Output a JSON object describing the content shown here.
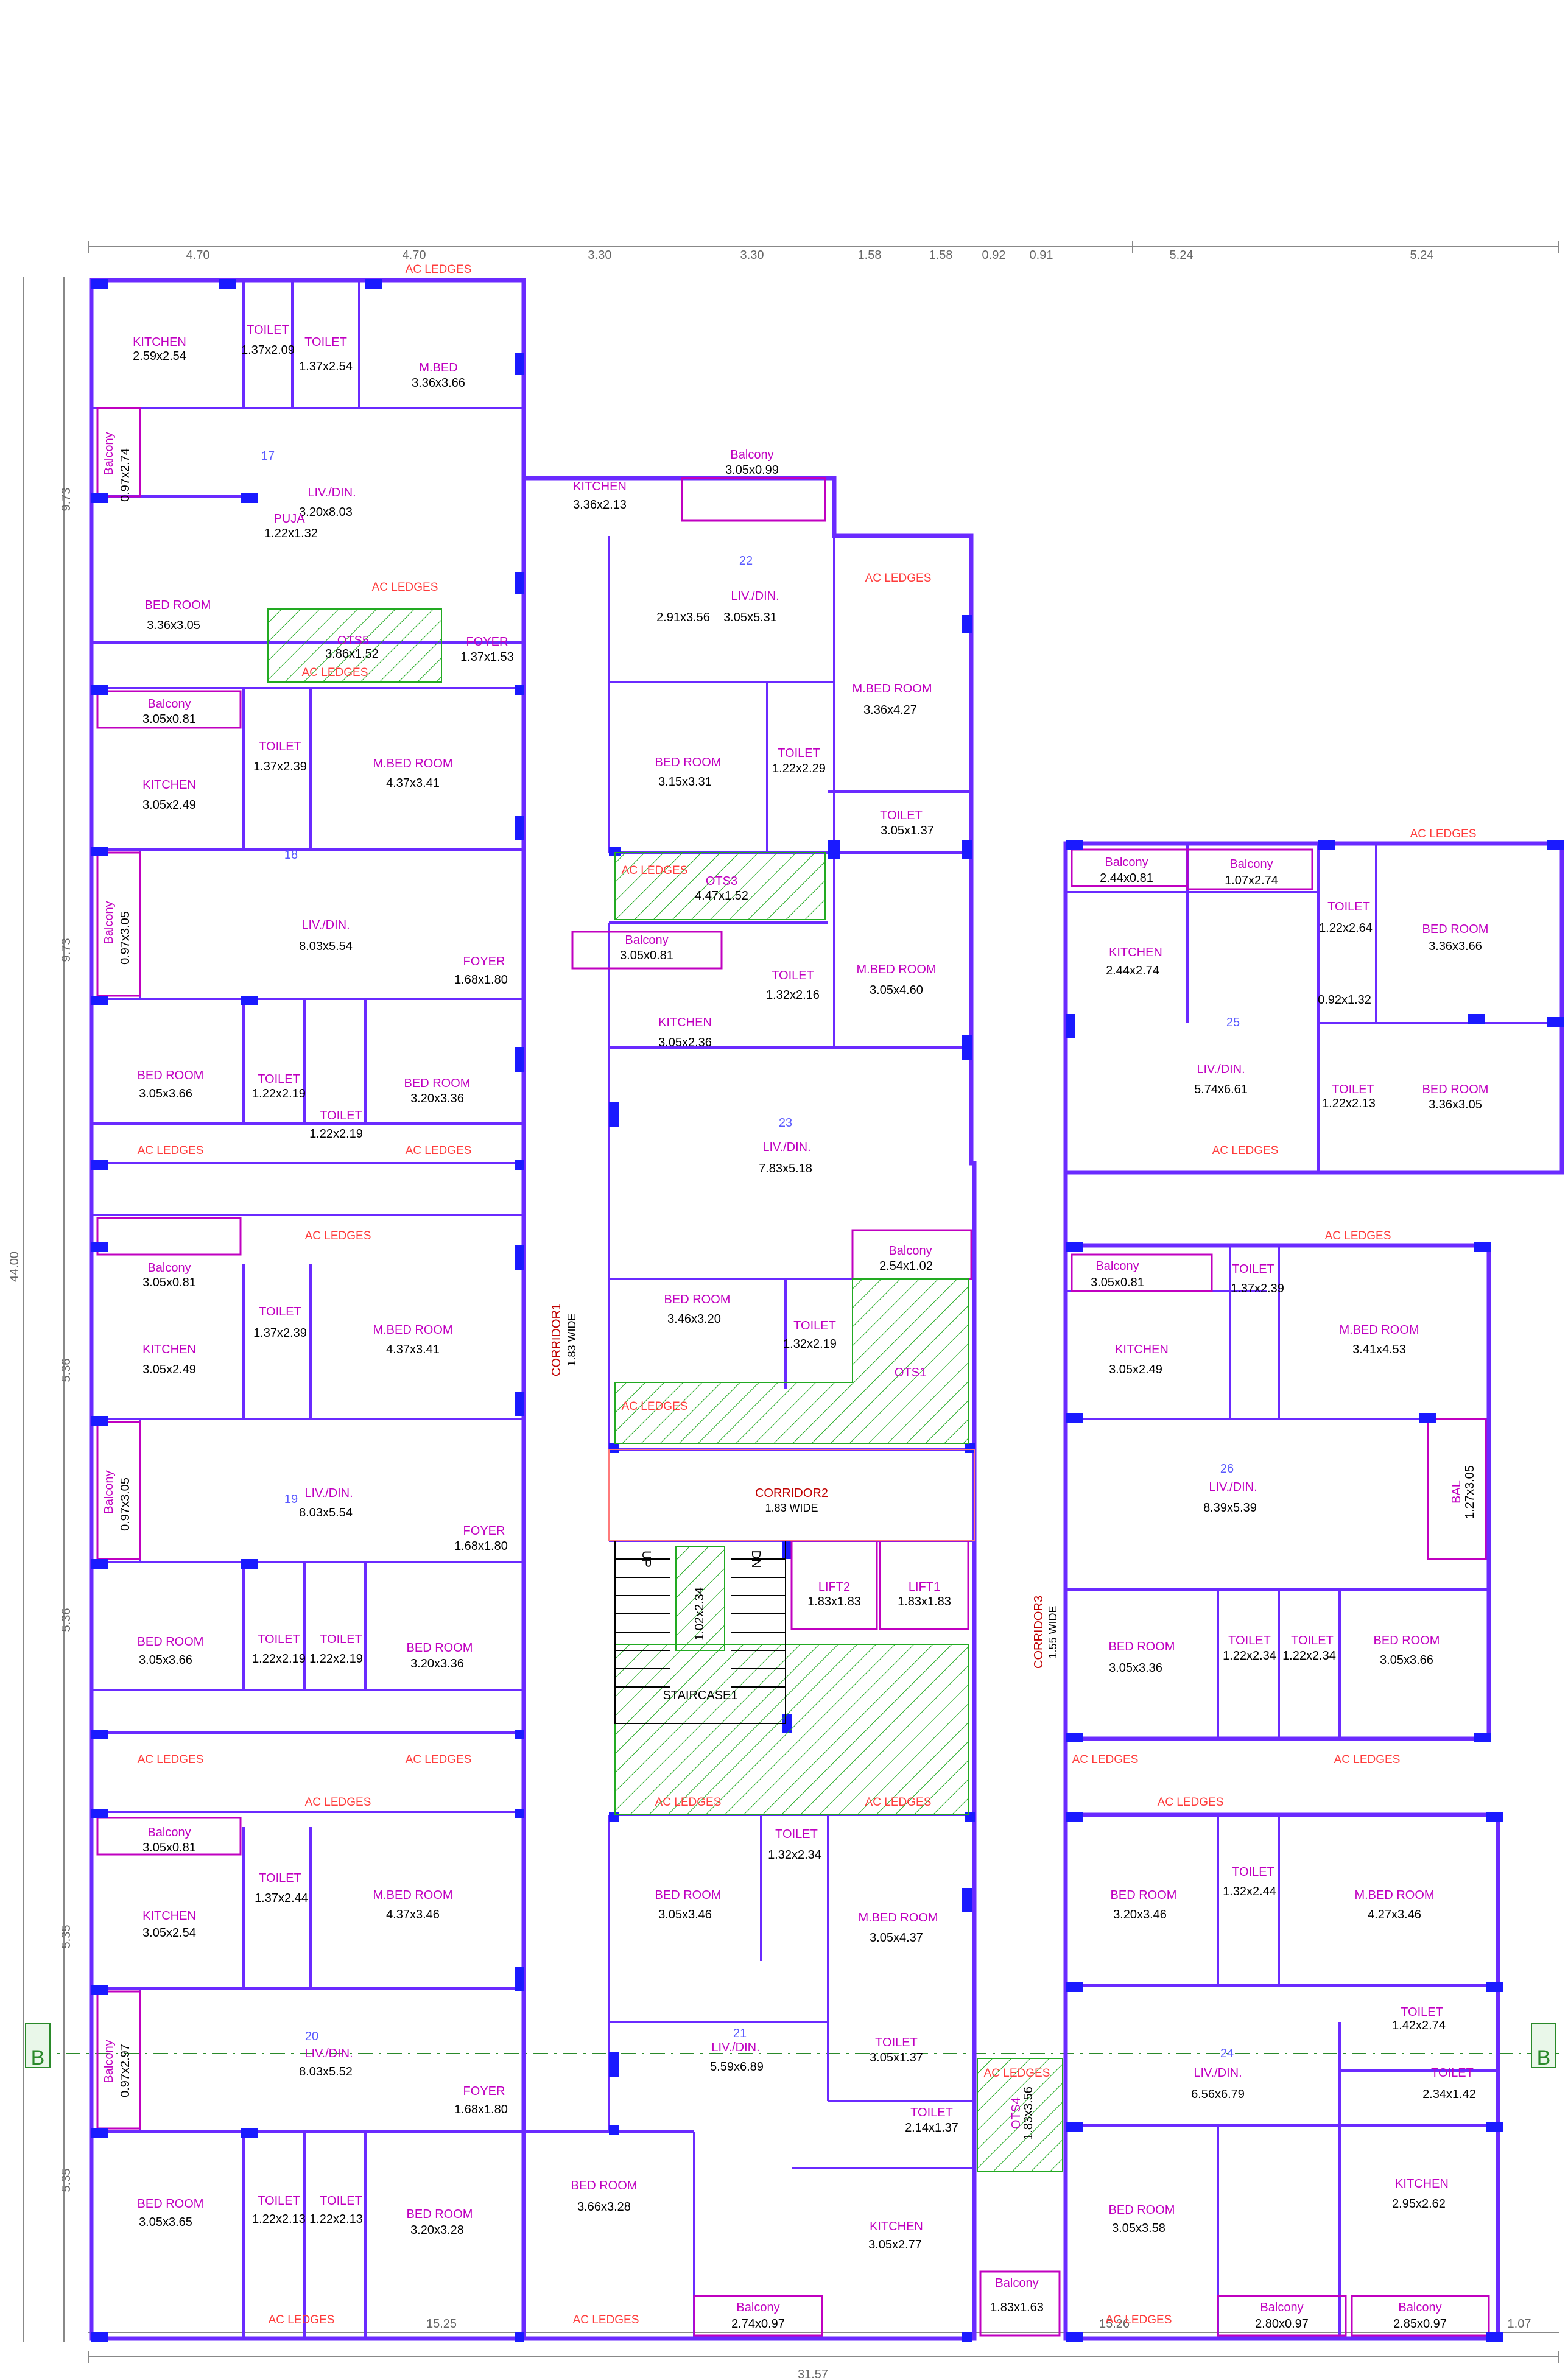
{
  "top_dims": [
    "4.70",
    "4.70",
    "3.30",
    "3.30",
    "1.58",
    "1.58",
    "0.92",
    "0.91",
    "5.24",
    "5.24"
  ],
  "bottom_dims": {
    "left": "15.25",
    "right": "15.26",
    "total": "31.57",
    "tail": "1.07"
  },
  "left_dims": {
    "total": "44.00",
    "segments": [
      "9.73",
      "9.73",
      "5.36",
      "5.36",
      "5.35",
      "5.35"
    ]
  },
  "grid_marker": "B",
  "ac_ledges": "AC LEDGES",
  "corridors": {
    "c1": {
      "name": "CORRIDOR1",
      "width": "1.83 WIDE"
    },
    "c2": {
      "name": "CORRIDOR2",
      "width": "1.83 WIDE"
    },
    "c3": {
      "name": "CORRIDOR3",
      "width": "1.55 WIDE"
    }
  },
  "core": {
    "lift1": {
      "name": "LIFT1",
      "size": "1.83x1.83"
    },
    "lift2": {
      "name": "LIFT2",
      "size": "1.83x1.83"
    },
    "staircase": "STAIRCASE1",
    "up": "UP",
    "dn": "DN",
    "stair_well": "1.02x2.34"
  },
  "units": [
    {
      "no": "17",
      "rooms": [
        {
          "name": "KITCHEN",
          "size": "2.59x2.54"
        },
        {
          "name": "TOILET",
          "size": "1.37x2.09"
        },
        {
          "name": "TOILET",
          "size": "1.37x2.54"
        },
        {
          "name": "M.BED",
          "size": "3.36x3.66"
        },
        {
          "name": "Balcony",
          "size": "0.97x2.74"
        },
        {
          "name": "LIV./DIN.",
          "size": "3.20x8.03"
        },
        {
          "name": "PUJA",
          "size": "1.22x1.32"
        },
        {
          "name": "BED ROOM",
          "size": "3.36x3.05"
        },
        {
          "name": "OTS5",
          "size": "3.86x1.52"
        },
        {
          "name": "FOYER",
          "size": "1.37x1.53"
        }
      ]
    },
    {
      "no": "18",
      "rooms": [
        {
          "name": "Balcony",
          "size": "3.05x0.81"
        },
        {
          "name": "TOILET",
          "size": "1.37x2.39"
        },
        {
          "name": "KITCHEN",
          "size": "3.05x2.49"
        },
        {
          "name": "M.BED ROOM",
          "size": "4.37x3.41"
        },
        {
          "name": "Balcony",
          "size": "0.97x3.05"
        },
        {
          "name": "LIV./DIN.",
          "size": "8.03x5.54"
        },
        {
          "name": "FOYER",
          "size": "1.68x1.80"
        },
        {
          "name": "BED ROOM",
          "size": "3.05x3.66"
        },
        {
          "name": "TOILET",
          "size": "1.22x2.19"
        },
        {
          "name": "TOILET",
          "size": "1.22x2.19"
        },
        {
          "name": "BED ROOM",
          "size": "3.20x3.36"
        }
      ]
    },
    {
      "no": "19",
      "rooms": [
        {
          "name": "Balcony",
          "size": "3.05x0.81"
        },
        {
          "name": "TOILET",
          "size": "1.37x2.39"
        },
        {
          "name": "KITCHEN",
          "size": "3.05x2.49"
        },
        {
          "name": "M.BED ROOM",
          "size": "4.37x3.41"
        },
        {
          "name": "Balcony",
          "size": "0.97x3.05"
        },
        {
          "name": "LIV./DIN.",
          "size": "8.03x5.54"
        },
        {
          "name": "FOYER",
          "size": "1.68x1.80"
        },
        {
          "name": "BED ROOM",
          "size": "3.05x3.66"
        },
        {
          "name": "TOILET",
          "size": "1.22x2.19"
        },
        {
          "name": "TOILET",
          "size": "1.22x2.19"
        },
        {
          "name": "BED ROOM",
          "size": "3.20x3.36"
        }
      ]
    },
    {
      "no": "20",
      "rooms": [
        {
          "name": "Balcony",
          "size": "3.05x0.81"
        },
        {
          "name": "TOILET",
          "size": "1.37x2.44"
        },
        {
          "name": "KITCHEN",
          "size": "3.05x2.54"
        },
        {
          "name": "M.BED ROOM",
          "size": "4.37x3.46"
        },
        {
          "name": "Balcony",
          "size": "0.97x2.97"
        },
        {
          "name": "LIV./DIN.",
          "size": "8.03x5.52"
        },
        {
          "name": "FOYER",
          "size": "1.68x1.80"
        },
        {
          "name": "BED ROOM",
          "size": "3.05x3.65"
        },
        {
          "name": "TOILET",
          "size": "1.22x2.13"
        },
        {
          "name": "TOILET",
          "size": "1.22x2.13"
        },
        {
          "name": "BED ROOM",
          "size": "3.20x3.28"
        }
      ]
    },
    {
      "no": "22",
      "rooms": [
        {
          "name": "KITCHEN",
          "size": "3.36x2.13"
        },
        {
          "name": "Balcony",
          "size": "3.05x0.99"
        },
        {
          "name": "LIV./DIN.",
          "size": "3.05x5.31"
        },
        {
          "name": "",
          "size": "2.91x3.56"
        },
        {
          "name": "M.BED ROOM",
          "size": "3.36x4.27"
        },
        {
          "name": "BED ROOM",
          "size": "3.15x3.31"
        },
        {
          "name": "TOILET",
          "size": "1.22x2.29"
        },
        {
          "name": "TOILET",
          "size": "3.05x1.37"
        },
        {
          "name": "OTS3",
          "size": "4.47x1.52"
        }
      ]
    },
    {
      "no": "23",
      "rooms": [
        {
          "name": "Balcony",
          "size": "3.05x0.81"
        },
        {
          "name": "TOILET",
          "size": "1.32x2.16"
        },
        {
          "name": "KITCHEN",
          "size": "3.05x2.36"
        },
        {
          "name": "M.BED ROOM",
          "size": "3.05x4.60"
        },
        {
          "name": "LIV./DIN.",
          "size": "7.83x5.18"
        },
        {
          "name": "BED ROOM",
          "size": "3.46x3.20"
        },
        {
          "name": "TOILET",
          "size": "1.32x2.19"
        },
        {
          "name": "Balcony",
          "size": "2.54x1.02"
        },
        {
          "name": "OTS1",
          "size": ""
        }
      ]
    },
    {
      "no": "21",
      "rooms": [
        {
          "name": "TOILET",
          "size": "1.32x2.34"
        },
        {
          "name": "BED ROOM",
          "size": "3.05x3.46"
        },
        {
          "name": "M.BED ROOM",
          "size": "3.05x4.37"
        },
        {
          "name": "TOILET",
          "size": "3.05x1.37"
        },
        {
          "name": "LIV./DIN.",
          "size": "5.59x6.89"
        },
        {
          "name": "TOILET",
          "size": "2.14x1.37"
        },
        {
          "name": "BED ROOM",
          "size": "3.66x3.28"
        },
        {
          "name": "KITCHEN",
          "size": "3.05x2.77"
        },
        {
          "name": "Balcony",
          "size": "2.74x0.97"
        },
        {
          "name": "Balcony",
          "size": "1.83x1.63"
        },
        {
          "name": "OTS4",
          "size": "1.83x3.56"
        }
      ]
    },
    {
      "no": "25",
      "rooms": [
        {
          "name": "Balcony",
          "size": "2.44x0.81"
        },
        {
          "name": "Balcony",
          "size": "1.07x2.74"
        },
        {
          "name": "TOILET",
          "size": "1.22x2.64"
        },
        {
          "name": "BED ROOM",
          "size": "3.36x3.66"
        },
        {
          "name": "KITCHEN",
          "size": "2.44x2.74"
        },
        {
          "name": "",
          "size": "0.92x1.32"
        },
        {
          "name": "LIV./DIN.",
          "size": "5.74x6.61"
        },
        {
          "name": "TOILET",
          "size": "1.22x2.13"
        },
        {
          "name": "BED ROOM",
          "size": "3.36x3.05"
        }
      ]
    },
    {
      "no": "26",
      "rooms": [
        {
          "name": "Balcony",
          "size": "3.05x0.81"
        },
        {
          "name": "TOILET",
          "size": "1.37x2.39"
        },
        {
          "name": "KITCHEN",
          "size": "3.05x2.49"
        },
        {
          "name": "M.BED ROOM",
          "size": "3.41x4.53"
        },
        {
          "name": "LIV./DIN.",
          "size": "8.39x5.39"
        },
        {
          "name": "BAL",
          "size": "1.27x3.05"
        },
        {
          "name": "BED ROOM",
          "size": "3.05x3.36"
        },
        {
          "name": "TOILET",
          "size": "1.22x2.34"
        },
        {
          "name": "TOILET",
          "size": "1.22x2.34"
        },
        {
          "name": "BED ROOM",
          "size": "3.05x3.66"
        }
      ]
    },
    {
      "no": "24",
      "rooms": [
        {
          "name": "BED ROOM",
          "size": "3.20x3.46"
        },
        {
          "name": "TOILET",
          "size": "1.32x2.44"
        },
        {
          "name": "M.BED ROOM",
          "size": "4.27x3.46"
        },
        {
          "name": "TOILET",
          "size": "1.42x2.74"
        },
        {
          "name": "LIV./DIN.",
          "size": "6.56x6.79"
        },
        {
          "name": "TOILET",
          "size": "2.34x1.42"
        },
        {
          "name": "BED ROOM",
          "size": "3.05x3.58"
        },
        {
          "name": "KITCHEN",
          "size": "2.95x2.62"
        },
        {
          "name": "Balcony",
          "size": "2.80x0.97"
        },
        {
          "name": "Balcony",
          "size": "2.85x0.97"
        }
      ]
    }
  ]
}
